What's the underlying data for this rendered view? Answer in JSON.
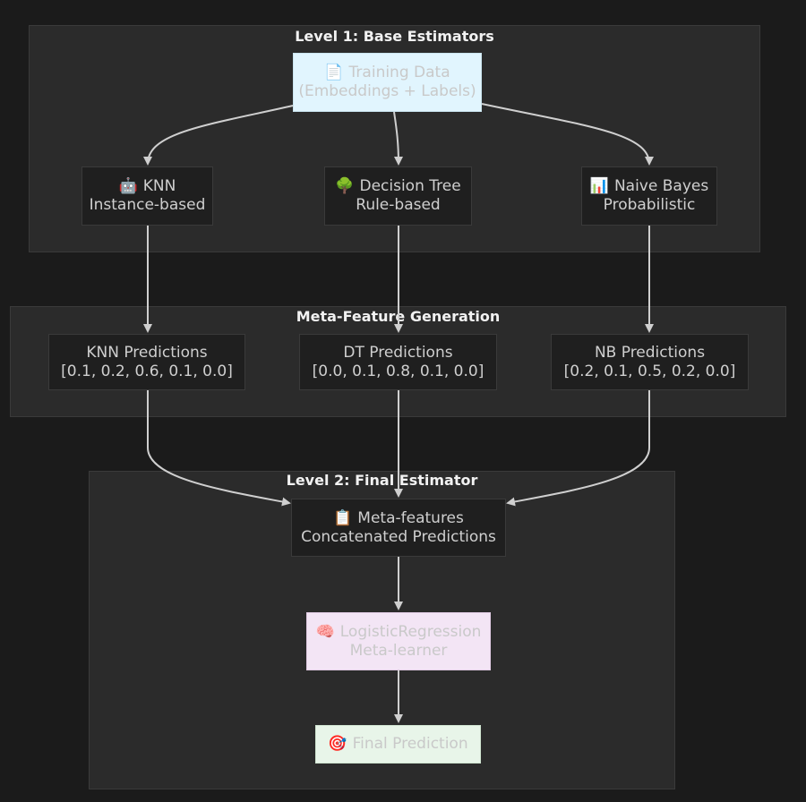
{
  "clusters": {
    "level1": {
      "title": "Level 1: Base Estimators"
    },
    "meta": {
      "title": "Meta-Feature Generation"
    },
    "level2": {
      "title": "Level 2: Final Estimator"
    }
  },
  "nodes": {
    "training_data": {
      "icon": "📄",
      "line1": "Training Data",
      "line2": "(Embeddings + Labels)"
    },
    "knn": {
      "icon": "🤖",
      "line1": "KNN",
      "line2": "Instance-based"
    },
    "dtree": {
      "icon": "🌳",
      "line1": "Decision Tree",
      "line2": "Rule-based"
    },
    "nbayes": {
      "icon": "📊",
      "line1": "Naive Bayes",
      "line2": "Probabilistic"
    },
    "knn_pred": {
      "line1": "KNN Predictions",
      "line2": "[0.1, 0.2, 0.6, 0.1, 0.0]"
    },
    "dt_pred": {
      "line1": "DT Predictions",
      "line2": "[0.0, 0.1, 0.8, 0.1, 0.0]"
    },
    "nb_pred": {
      "line1": "NB Predictions",
      "line2": "[0.2, 0.1, 0.5, 0.2, 0.0]"
    },
    "meta_features": {
      "icon": "📋",
      "line1": "Meta-features",
      "line2": "Concatenated Predictions"
    },
    "logreg": {
      "icon": "🧠",
      "line1": "LogisticRegression",
      "line2": "Meta-learner"
    },
    "final_pred": {
      "icon": "🎯",
      "line1": "Final Prediction"
    }
  }
}
